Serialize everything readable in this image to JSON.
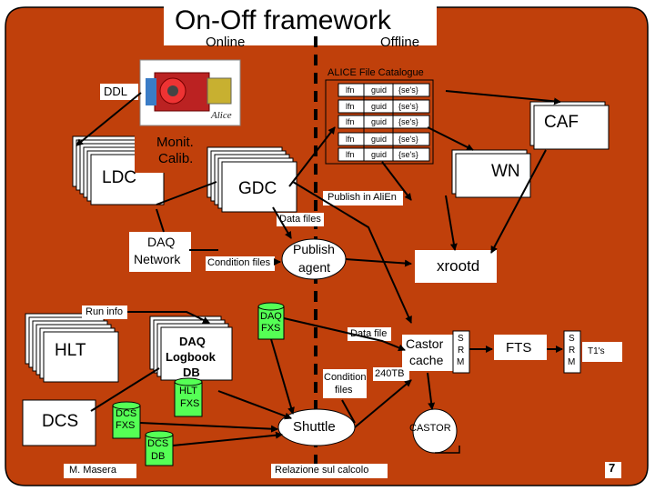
{
  "slide": {
    "title": "On-Off framework",
    "online_label": "Online",
    "offline_label": "Offline",
    "page_number": "7",
    "author": "M. Masera",
    "footer": "Relazione sul calcolo"
  },
  "colors": {
    "background": "#c0400b",
    "box_fill": "#ffffff",
    "green_cylinder": "#55ff55",
    "arrow": "#000000"
  },
  "catalogue": {
    "title": "ALICE File Catalogue",
    "rows": [
      [
        "lfn",
        "guid",
        "{se's}"
      ],
      [
        "lfn",
        "guid",
        "{se's}"
      ],
      [
        "lfn",
        "guid",
        "{se's}"
      ],
      [
        "lfn",
        "guid",
        "{se's}"
      ],
      [
        "lfn",
        "guid",
        "{se's}"
      ]
    ]
  },
  "nodes": {
    "ddl": "DDL",
    "ldc": "LDC",
    "monit_calib": [
      "Monit.",
      "Calib."
    ],
    "gdc": "GDC",
    "caf": "CAF",
    "wn": "WN",
    "publish_alien": "Publish in AliEn",
    "data_files": "Data files",
    "daq_network": [
      "DAQ",
      "Network"
    ],
    "condition_files": "Condition files",
    "publish_agent": [
      "Publish",
      "agent"
    ],
    "xrootd": "xrootd",
    "run_info": "Run info",
    "daq_fxs": [
      "DAQ",
      "FXS"
    ],
    "data_file": "Data file",
    "hlt": "HLT",
    "daq_logbook": [
      "DAQ",
      "Logbook",
      "DB"
    ],
    "hlt_fxs": [
      "HLT",
      "FXS"
    ],
    "condition_files_2": [
      "Condition",
      "files"
    ],
    "castor_cache": [
      "Castor",
      "cache"
    ],
    "size_240tb": "240TB",
    "srm_1": [
      "S",
      "R",
      "M"
    ],
    "fts": "FTS",
    "srm_2": [
      "S",
      "R",
      "M"
    ],
    "t1s": "T1's",
    "dcs": "DCS",
    "dcs_fxs": [
      "DCS",
      "FXS"
    ],
    "dcs_db": [
      "DCS",
      "DB"
    ],
    "shuttle": "Shuttle",
    "castor": "CASTOR"
  },
  "icons": {
    "alice_detector": "alice-detector-image"
  }
}
